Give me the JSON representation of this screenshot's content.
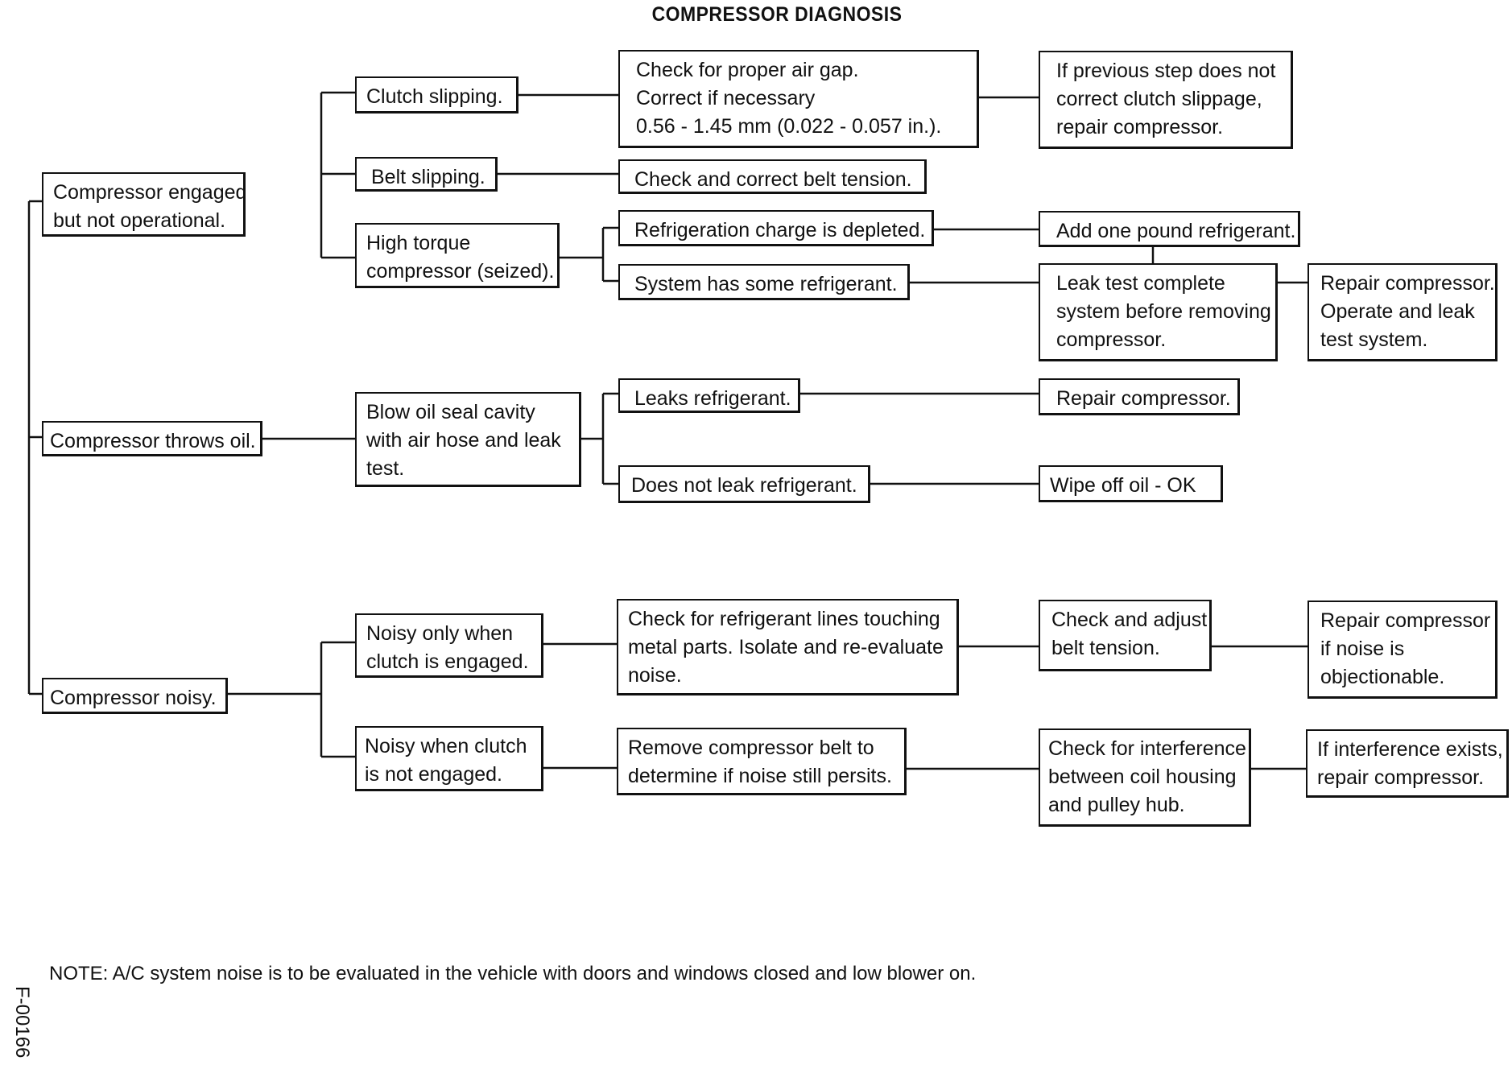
{
  "title": "COMPRESSOR DIAGNOSIS",
  "boxes": {
    "engaged_not_operational": [
      "Compressor engaged",
      "but not operational."
    ],
    "throws_oil": [
      "Compressor throws oil."
    ],
    "noisy": [
      "Compressor noisy."
    ],
    "clutch_slipping": [
      "Clutch slipping."
    ],
    "belt_slipping": [
      "Belt slipping."
    ],
    "high_torque": [
      "High torque",
      "compressor (seized)."
    ],
    "blow_oil_seal": [
      "Blow oil seal cavity",
      "with air hose and leak",
      "test."
    ],
    "noisy_clutch_engaged": [
      "Noisy only when",
      "clutch is engaged."
    ],
    "noisy_clutch_not_engaged": [
      "Noisy when clutch",
      "is not engaged."
    ],
    "check_air_gap": [
      "Check for proper air gap.",
      "Correct if necessary",
      "0.56 - 1.45 mm (0.022 - 0.057 in.)."
    ],
    "check_belt_tension": [
      "Check and correct belt tension."
    ],
    "charge_depleted": [
      "Refrigeration charge is depleted."
    ],
    "some_refrigerant": [
      "System has some refrigerant."
    ],
    "leaks_refrigerant": [
      "Leaks refrigerant."
    ],
    "does_not_leak": [
      "Does not leak refrigerant."
    ],
    "check_lines_touching": [
      "Check for refrigerant lines touching",
      "metal parts. Isolate and re-evaluate",
      "noise."
    ],
    "remove_belt": [
      "Remove compressor belt to",
      "determine if noise still persits."
    ],
    "previous_step": [
      "If previous step does not",
      "correct clutch slippage,",
      "repair compressor."
    ],
    "add_refrigerant": [
      "Add one pound refrigerant."
    ],
    "leak_test_complete": [
      "Leak test complete",
      "system before removing",
      "compressor."
    ],
    "repair_compressor_leak": [
      "Repair compressor."
    ],
    "wipe_oil": [
      "Wipe off oil - OK"
    ],
    "adjust_belt": [
      "Check and adjust",
      "belt tension."
    ],
    "check_interference": [
      "Check for interference",
      "between coil housing",
      "and pulley hub."
    ],
    "repair_operate": [
      "Repair compressor.",
      "Operate and leak",
      "test system."
    ],
    "repair_if_noise": [
      "Repair compressor",
      "if noise is",
      "objectionable."
    ],
    "if_interference": [
      "If interference exists,",
      "repair compressor."
    ]
  },
  "note": "NOTE: A/C system noise is to be evaluated in the vehicle with doors and windows closed and low blower on.",
  "figure_code": "F-00166"
}
